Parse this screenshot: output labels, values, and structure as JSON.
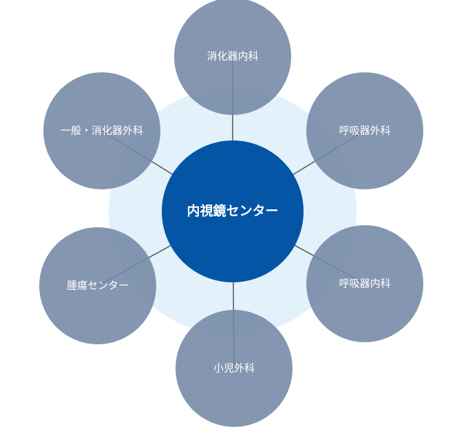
{
  "center": {
    "label": "内視鏡センター"
  },
  "departments": [
    {
      "label": "消化器内科"
    },
    {
      "label": "呼吸器外科"
    },
    {
      "label": "呼吸器内科"
    },
    {
      "label": "小児外科"
    },
    {
      "label": "腫瘍センター"
    },
    {
      "label": "一般・消化器外科"
    }
  ],
  "colors": {
    "center": "#0455a6",
    "halo": "#e2f1fa",
    "node": "#7488a5",
    "connector": "#555555"
  }
}
